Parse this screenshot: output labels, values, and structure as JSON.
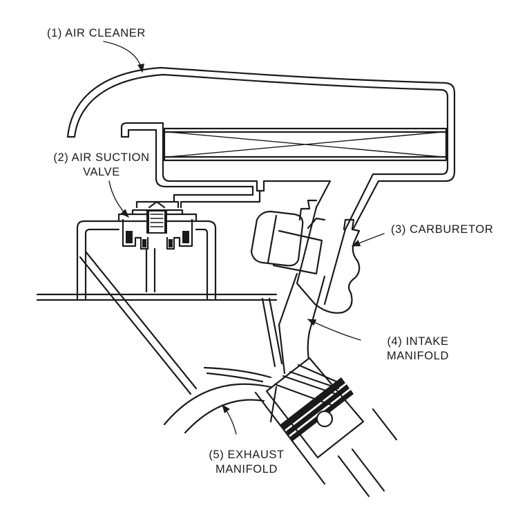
{
  "labels": {
    "air_cleaner": "(1) AIR CLEANER",
    "air_suction_valve_line1": "(2) AIR SUCTION",
    "air_suction_valve_line2": "VALVE",
    "carburetor": "(3) CARBURETOR",
    "intake_manifold_line1": "(4) INTAKE",
    "intake_manifold_line2": "MANIFOLD",
    "exhaust_manifold_line1": "(5) EXHAUST",
    "exhaust_manifold_line2": "MANIFOLD"
  }
}
